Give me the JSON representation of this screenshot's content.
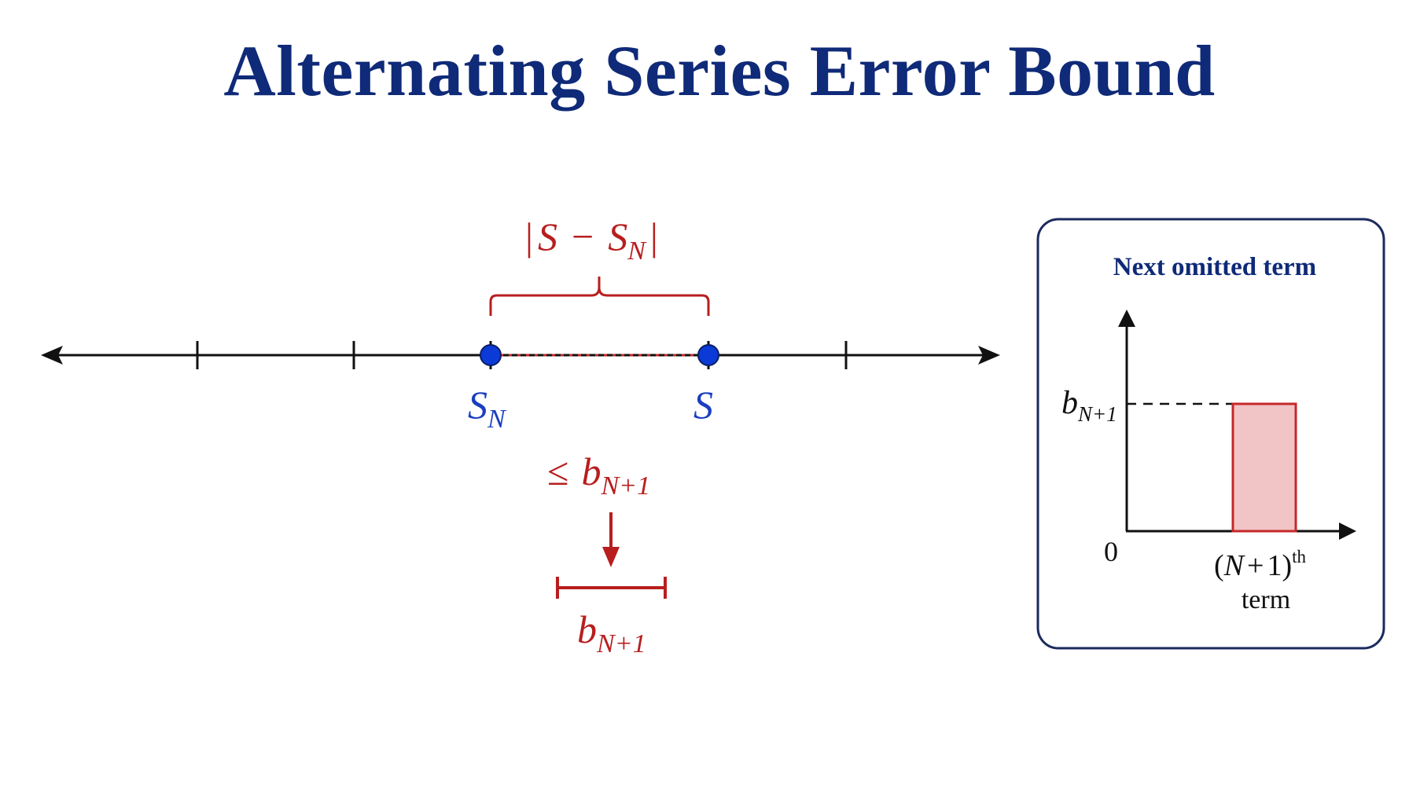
{
  "title": "Alternating Series Error Bound",
  "colors": {
    "title": "#0f2a78",
    "point": "#0b3ad6",
    "point_label": "#1a3fbf",
    "error": "#b81e1e",
    "error_fill": "#f1c4c6",
    "axis": "#111111",
    "panel_border": "#1b2a5e"
  },
  "number_line": {
    "partial_sum_label": {
      "base": "S",
      "sub": "N"
    },
    "sum_label": {
      "base": "S"
    }
  },
  "error_interval": {
    "label": {
      "open": "|",
      "a": "S",
      "minus": "−",
      "b": "S",
      "b_sub": "N",
      "close": "|"
    },
    "bound": {
      "rel": "≤",
      "base": "b",
      "sub": "N+1"
    },
    "bar_label": {
      "base": "b",
      "sub": "N+1"
    }
  },
  "panel": {
    "title": "Next omitted term",
    "y_label": {
      "base": "b",
      "sub": "N+1"
    },
    "origin_label": "0",
    "x_label": {
      "open": "(",
      "n": "N",
      "plus": "+",
      "one": "1",
      "close": ")",
      "sup": "th",
      "line2": "term"
    }
  }
}
